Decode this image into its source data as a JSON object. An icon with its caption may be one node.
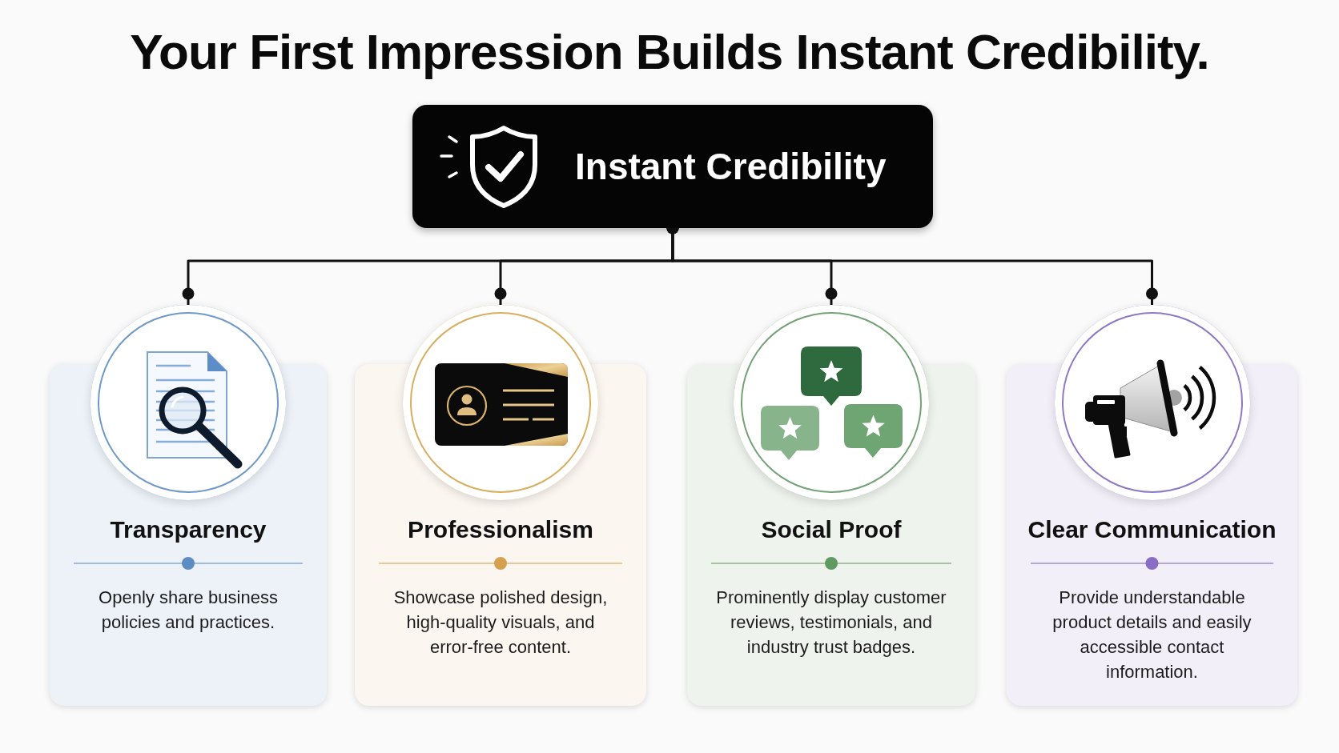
{
  "diagram": {
    "title": "Your First Impression Builds Instant Credibility.",
    "nodes": [
      {
        "text": [
          "Instant Credibility"
        ]
      },
      {
        "text": [
          "Transparency",
          "Openly share business policies and practices."
        ]
      },
      {
        "text": [
          "Professionalism",
          "Showcase polished design, high-quality visuals, and error-free content."
        ]
      },
      {
        "text": [
          "Social Proof",
          "Prominently display customer reviews, testimonials, and industry trust badges."
        ]
      },
      {
        "text": [
          "Clear Communication",
          "Provide understandable product details and easily accessible contact information."
        ]
      }
    ],
    "edges": [
      {
        "from": 0,
        "to": 1,
        "arrow": "other"
      },
      {
        "from": 0,
        "to": 2,
        "arrow": "other"
      },
      {
        "from": 0,
        "to": 3,
        "arrow": "other"
      },
      {
        "from": 0,
        "to": 4,
        "arrow": "other"
      }
    ]
  }
}
